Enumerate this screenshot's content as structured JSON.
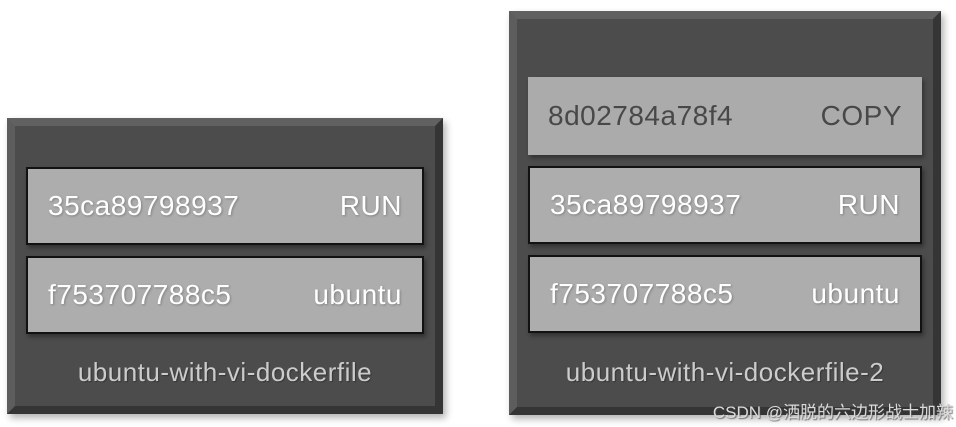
{
  "images": [
    {
      "name": "ubuntu-with-vi-dockerfile",
      "layers": [
        {
          "id": "35ca89798937",
          "command": "RUN",
          "style": "light"
        },
        {
          "id": "f753707788c5",
          "command": "ubuntu",
          "style": "light"
        }
      ]
    },
    {
      "name": "ubuntu-with-vi-dockerfile-2",
      "layers": [
        {
          "id": "8d02784a78f4",
          "command": "COPY",
          "style": "muted"
        },
        {
          "id": "35ca89798937",
          "command": "RUN",
          "style": "light"
        },
        {
          "id": "f753707788c5",
          "command": "ubuntu",
          "style": "light"
        }
      ]
    }
  ],
  "watermark": {
    "text": "CSDN @洒脱的六边形战士加辣"
  },
  "colors": {
    "box_face": "#4c4c4c",
    "box_bevel_light": "#616161",
    "box_bevel_dark": "#353535",
    "layer_fill": "#adadad",
    "layer_border": "#121212",
    "layer_text_light": "#ffffff",
    "layer_text_muted": "#484848",
    "caption_text": "#cccccc",
    "watermark_text": "#dadada",
    "page_background": "#ffffff"
  }
}
